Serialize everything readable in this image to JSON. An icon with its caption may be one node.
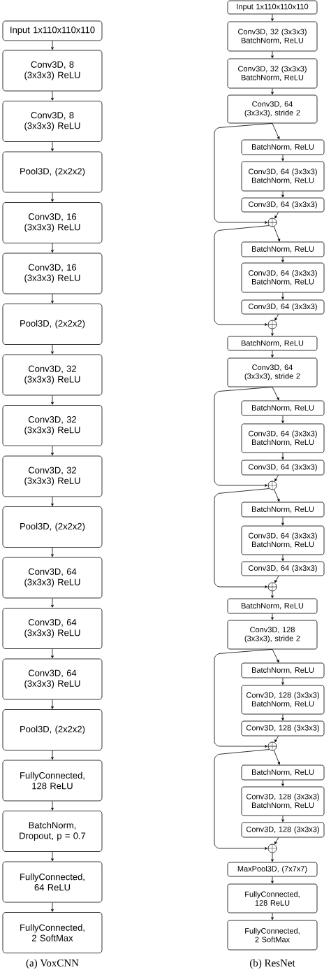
{
  "diagram": {
    "nodes": [
      {
        "text": [
          "Input 1x110x110x110"
        ]
      },
      {
        "text": [
          "Conv3D, 8 (3x3x3) ReLU"
        ]
      },
      {
        "text": [
          "Conv3D, 8 (3x3x3) ReLU"
        ]
      },
      {
        "text": [
          "Pool3D, (2x2x2)"
        ]
      },
      {
        "text": [
          "Conv3D, 16 (3x3x3) ReLU"
        ]
      },
      {
        "text": [
          "Conv3D, 16 (3x3x3) ReLU"
        ]
      },
      {
        "text": [
          "Pool3D, (2x2x2)"
        ]
      },
      {
        "text": [
          "Conv3D, 32 (3x3x3) ReLU"
        ]
      },
      {
        "text": [
          "Conv3D, 32 (3x3x3) ReLU"
        ]
      },
      {
        "text": [
          "Conv3D, 32 (3x3x3) ReLU"
        ]
      },
      {
        "text": [
          "Pool3D, (2x2x2)"
        ]
      },
      {
        "text": [
          "Conv3D, 64 (3x3x3) ReLU"
        ]
      },
      {
        "text": [
          "Conv3D, 64 (3x3x3) ReLU"
        ]
      },
      {
        "text": [
          "Conv3D, 64 (3x3x3) ReLU"
        ]
      },
      {
        "text": [
          "Pool3D, (2x2x2)"
        ]
      },
      {
        "text": [
          "FullyConnected, 128 ReLU"
        ]
      },
      {
        "text": [
          "BatchNorm, Dropout, p = 0.7"
        ]
      },
      {
        "text": [
          "FullyConnected, 64 ReLU"
        ]
      },
      {
        "text": [
          "FullyConnected, 2 SoftMax"
        ]
      },
      {
        "text": [
          "Input 1x110x110x110"
        ]
      },
      {
        "text": [
          "Conv3D, 32 (3x3x3) BatchNorm, ReLU"
        ]
      },
      {
        "text": [
          "Conv3D, 32 (3x3x3) BatchNorm, ReLU"
        ]
      },
      {
        "text": [
          "Conv3D, 64 (3x3x3), stride 2"
        ]
      },
      {
        "text": [
          "BatchNorm, ReLU"
        ]
      },
      {
        "text": [
          "Conv3D, 64 (3x3x3) BatchNorm, ReLU"
        ]
      },
      {
        "text": [
          "Conv3D, 64 (3x3x3)"
        ]
      },
      {
        "text": [],
        "shape": "circle"
      },
      {
        "text": [
          "BatchNorm, ReLU"
        ]
      },
      {
        "text": [
          "Conv3D, 64 (3x3x3) BatchNorm, ReLU"
        ]
      },
      {
        "text": [
          "Conv3D, 64 (3x3x3)"
        ]
      },
      {
        "text": [],
        "shape": "circle"
      },
      {
        "text": [
          "BatchNorm, ReLU"
        ]
      },
      {
        "text": [
          "Conv3D, 64 (3x3x3), stride 2"
        ]
      },
      {
        "text": [
          "BatchNorm, ReLU"
        ]
      },
      {
        "text": [
          "Conv3D, 64 (3x3x3) BatchNorm, ReLU"
        ]
      },
      {
        "text": [
          "Conv3D, 64 (3x3x3)"
        ]
      },
      {
        "text": [],
        "shape": "circle"
      },
      {
        "text": [
          "BatchNorm, ReLU"
        ]
      },
      {
        "text": [
          "Conv3D, 64 (3x3x3) BatchNorm, ReLU"
        ]
      },
      {
        "text": [
          "Conv3D, 64 (3x3x3)"
        ]
      },
      {
        "text": [],
        "shape": "circle"
      },
      {
        "text": [
          "BatchNorm, ReLU"
        ]
      },
      {
        "text": [
          "Conv3D, 128 (3x3x3), stride 2"
        ]
      },
      {
        "text": [
          "BatchNorm, ReLU"
        ]
      },
      {
        "text": [
          "Conv3D, 128 (3x3x3) BatchNorm, ReLU"
        ]
      },
      {
        "text": [
          "Conv3D, 128 (3x3x3)"
        ]
      },
      {
        "text": [],
        "shape": "circle"
      },
      {
        "text": [
          "BatchNorm, ReLU"
        ]
      },
      {
        "text": [
          "Conv3D, 128 (3x3x3) BatchNorm, ReLU"
        ]
      },
      {
        "text": [
          "Conv3D, 128 (3x3x3)"
        ]
      },
      {
        "text": [],
        "shape": "circle"
      },
      {
        "text": [
          "MaxPool3D, (7x7x7)"
        ]
      },
      {
        "text": [
          "FullyConnected, 128 ReLU"
        ]
      },
      {
        "text": [
          "FullyConnected, 2 SoftMax"
        ]
      }
    ],
    "edges": [
      {
        "from": 0,
        "to": 1,
        "arrow": "to"
      },
      {
        "from": 1,
        "to": 2,
        "arrow": "to"
      },
      {
        "from": 2,
        "to": 3,
        "arrow": "to"
      },
      {
        "from": 3,
        "to": 4,
        "arrow": "to"
      },
      {
        "from": 4,
        "to": 5,
        "arrow": "to"
      },
      {
        "from": 5,
        "to": 6,
        "arrow": "to"
      },
      {
        "from": 6,
        "to": 7,
        "arrow": "to"
      },
      {
        "from": 7,
        "to": 8,
        "arrow": "to"
      },
      {
        "from": 8,
        "to": 9,
        "arrow": "to"
      },
      {
        "from": 9,
        "to": 10,
        "arrow": "to"
      },
      {
        "from": 10,
        "to": 11,
        "arrow": "to"
      },
      {
        "from": 11,
        "to": 12,
        "arrow": "to"
      },
      {
        "from": 12,
        "to": 13,
        "arrow": "to"
      },
      {
        "from": 13,
        "to": 14,
        "arrow": "to"
      },
      {
        "from": 14,
        "to": 15,
        "arrow": "to"
      },
      {
        "from": 15,
        "to": 16,
        "arrow": "to"
      },
      {
        "from": 16,
        "to": 17,
        "arrow": "to"
      },
      {
        "from": 17,
        "to": 18,
        "arrow": "to"
      },
      {
        "from": 19,
        "to": 20,
        "arrow": "to"
      },
      {
        "from": 20,
        "to": 21,
        "arrow": "to"
      },
      {
        "from": 21,
        "to": 22,
        "arrow": "to"
      },
      {
        "from": 22,
        "to": 23,
        "arrow": "to"
      },
      {
        "from": 22,
        "to": 26,
        "arrow": "to"
      },
      {
        "from": 23,
        "to": 24,
        "arrow": "to"
      },
      {
        "from": 24,
        "to": 25,
        "arrow": "to"
      },
      {
        "from": 25,
        "to": 26,
        "arrow": "to"
      },
      {
        "from": 26,
        "to": 27,
        "arrow": "to"
      },
      {
        "from": 26,
        "to": 30,
        "arrow": "to"
      },
      {
        "from": 27,
        "to": 28,
        "arrow": "to"
      },
      {
        "from": 28,
        "to": 29,
        "arrow": "to"
      },
      {
        "from": 29,
        "to": 30,
        "arrow": "to"
      },
      {
        "from": 30,
        "to": 31,
        "arrow": "to"
      },
      {
        "from": 31,
        "to": 32,
        "arrow": "to"
      },
      {
        "from": 32,
        "to": 33,
        "arrow": "to"
      },
      {
        "from": 32,
        "to": 36,
        "arrow": "to"
      },
      {
        "from": 33,
        "to": 34,
        "arrow": "to"
      },
      {
        "from": 34,
        "to": 35,
        "arrow": "to"
      },
      {
        "from": 35,
        "to": 36,
        "arrow": "to"
      },
      {
        "from": 36,
        "to": 37,
        "arrow": "to"
      },
      {
        "from": 36,
        "to": 40,
        "arrow": "to"
      },
      {
        "from": 37,
        "to": 38,
        "arrow": "to"
      },
      {
        "from": 38,
        "to": 39,
        "arrow": "to"
      },
      {
        "from": 39,
        "to": 40,
        "arrow": "to"
      },
      {
        "from": 40,
        "to": 41,
        "arrow": "to"
      },
      {
        "from": 41,
        "to": 42,
        "arrow": "to"
      },
      {
        "from": 42,
        "to": 43,
        "arrow": "to"
      },
      {
        "from": 42,
        "to": 46,
        "arrow": "to"
      },
      {
        "from": 43,
        "to": 44,
        "arrow": "to"
      },
      {
        "from": 44,
        "to": 45,
        "arrow": "to"
      },
      {
        "from": 45,
        "to": 46,
        "arrow": "to"
      },
      {
        "from": 46,
        "to": 47,
        "arrow": "to"
      },
      {
        "from": 46,
        "to": 50,
        "arrow": "to"
      },
      {
        "from": 47,
        "to": 48,
        "arrow": "to"
      },
      {
        "from": 48,
        "to": 49,
        "arrow": "to"
      },
      {
        "from": 49,
        "to": 50,
        "arrow": "to"
      },
      {
        "from": 50,
        "to": 51,
        "arrow": "to"
      },
      {
        "from": 51,
        "to": 52,
        "arrow": "to"
      },
      {
        "from": 52,
        "to": 53,
        "arrow": "to"
      }
    ],
    "labels": [
      "(a) VoxCNN",
      "(b) ResNet"
    ]
  }
}
